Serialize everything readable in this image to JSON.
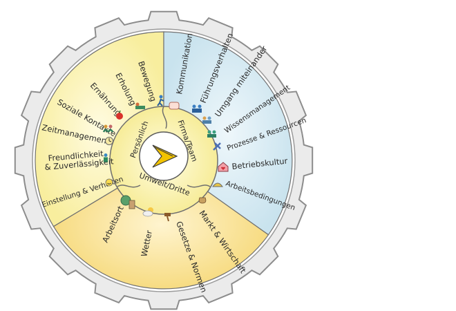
{
  "diagram": {
    "center_hub": {
      "segments": [
        {
          "id": "persoenlich",
          "label": "Persönlich"
        },
        {
          "id": "firma",
          "label": "Firma/Team"
        },
        {
          "id": "umwelt",
          "label": "Umwelt/Dritte"
        }
      ],
      "logo": "yellow-arrow-logo"
    },
    "sectors": [
      {
        "id": "persoenlich",
        "color": "#fbf3b5",
        "items": [
          "Bewegung",
          "Erholung",
          "Ernährung",
          "Soziale Kontakte",
          "Zeitmanagement",
          "Freundlichkeit",
          "& Zuverlässigkeit",
          "Einstellung & Verhalten"
        ]
      },
      {
        "id": "firma",
        "color": "#d8ecf3",
        "items": [
          "Kommunikation",
          "Führungsverhalten",
          "Umgang miteinander",
          "Wissensmanagement",
          "Prozesse & Ressourcen",
          "Betriebskultur",
          "Arbeitsbedingungen"
        ]
      },
      {
        "id": "umwelt",
        "color": "#fbe7a8",
        "items": [
          "Arbeitsort",
          "Wetter",
          "Gesetze & Normen",
          "Markt & Wirtschaft"
        ]
      }
    ],
    "gear": {
      "fill": "#ebebeb",
      "stroke": "#8c8c8c",
      "teeth": 16
    }
  }
}
